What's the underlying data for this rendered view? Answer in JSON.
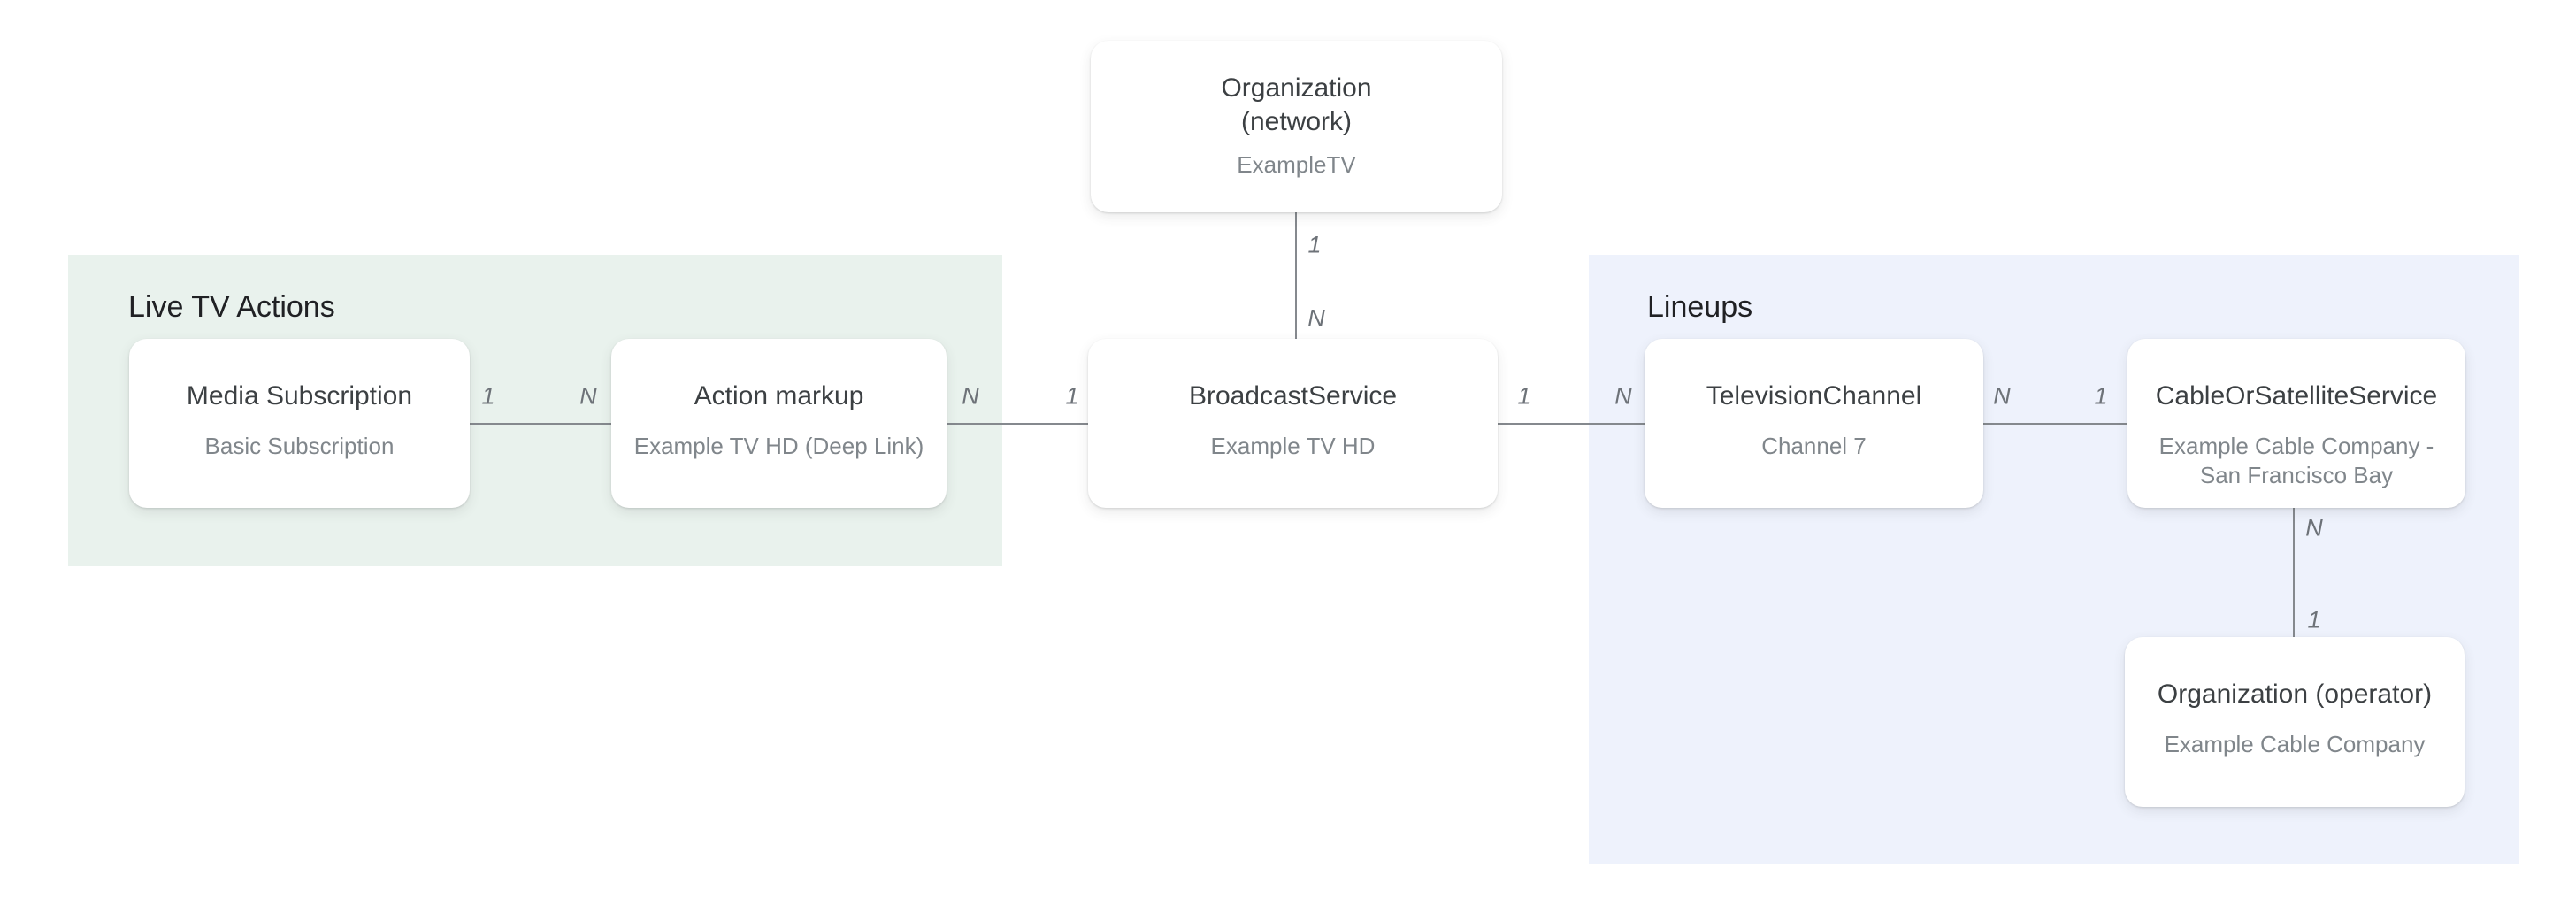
{
  "groups": {
    "live_tv_actions": {
      "label": "Live TV Actions",
      "bg_color": "#E9F2ED"
    },
    "lineups": {
      "label": "Lineups",
      "bg_color": "#EEF2FC"
    }
  },
  "nodes": {
    "organization_network": {
      "title": "Organization\n(network)",
      "subtitle": "ExampleTV"
    },
    "media_subscription": {
      "title": "Media Subscription",
      "subtitle": "Basic Subscription"
    },
    "action_markup": {
      "title": "Action markup",
      "subtitle": "Example TV HD (Deep Link)"
    },
    "broadcast_service": {
      "title": "BroadcastService",
      "subtitle": "Example TV HD"
    },
    "television_channel": {
      "title": "TelevisionChannel",
      "subtitle": "Channel 7"
    },
    "cable_or_satellite_service": {
      "title": "CableOrSatelliteService",
      "subtitle": "Example Cable Company -\nSan Francisco Bay"
    },
    "organization_operator": {
      "title": "Organization (operator)",
      "subtitle": "Example Cable Company"
    }
  },
  "cardinality": {
    "network_to_broadcast": {
      "from": "1",
      "to": "N"
    },
    "mediasub_to_action": {
      "from": "1",
      "to": "N"
    },
    "action_to_broadcast": {
      "from": "N",
      "to": "1"
    },
    "broadcast_to_tv": {
      "from": "1",
      "to": "N"
    },
    "tv_to_cable": {
      "from": "N",
      "to": "1"
    },
    "cable_to_operator": {
      "from": "N",
      "to": "1"
    }
  },
  "colors": {
    "group_green_bg": "#E9F2ED",
    "group_blue_bg": "#EEF2FC",
    "node_title": "#3C4043",
    "node_subtitle": "#80868B",
    "connector": "#85898E",
    "cardinality_label": "#6D7278",
    "group_heading": "#202124"
  }
}
